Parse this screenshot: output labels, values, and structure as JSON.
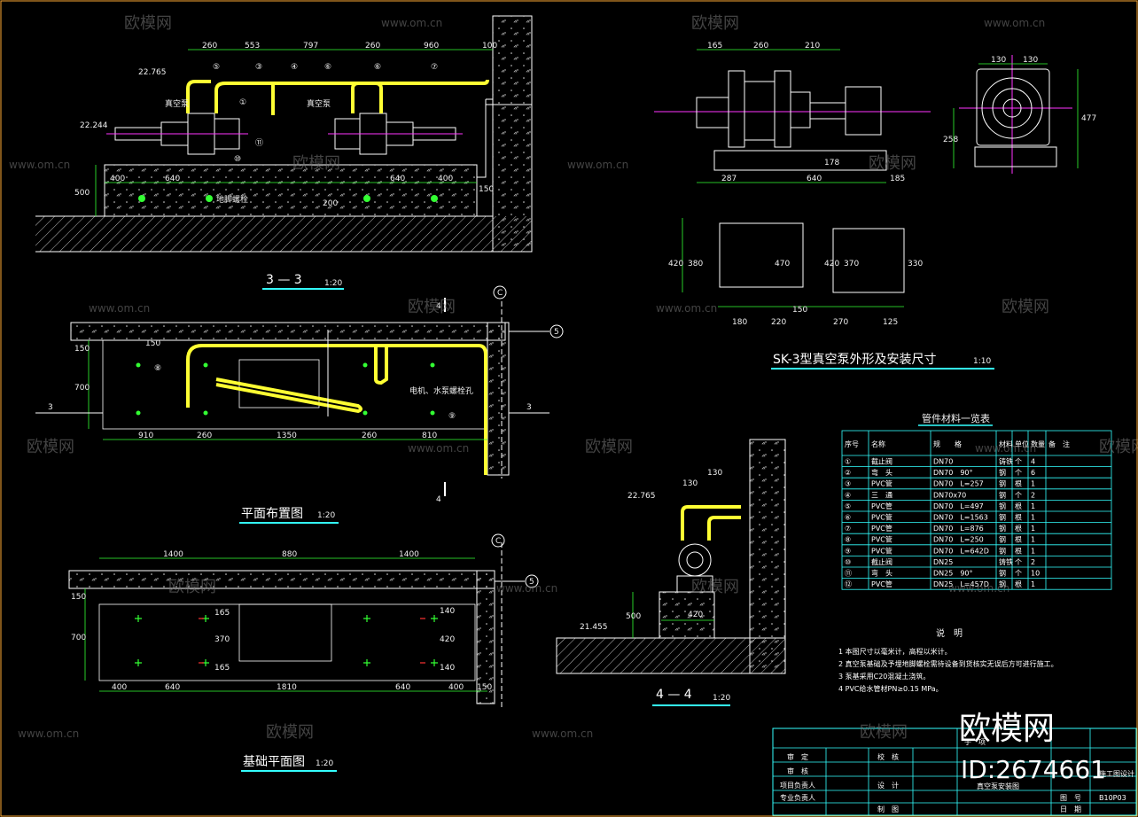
{
  "colors": {
    "background": "#000000",
    "pipe": "#ffff33",
    "green": "#33ff33",
    "magenta": "#ff33ff",
    "white": "#ffffff",
    "cyan": "#33ffff",
    "hatch": "#cccccc"
  },
  "watermark": {
    "brand": "欧模网",
    "site": "www.om.cn"
  },
  "section33": {
    "title": "3 — 3",
    "scale": "1:20",
    "level_top": "22.765",
    "level_low": "22.244",
    "dims_top": [
      "260",
      "553",
      "797",
      "260",
      "960",
      "100"
    ],
    "dims_bottom": [
      "400",
      "640",
      "640",
      "400"
    ],
    "dim_height": "500",
    "dim_200": "200",
    "dim_150": "150",
    "labels": [
      "真空泵",
      "真空泵",
      "地脚螺栓"
    ],
    "markers": [
      "⑤",
      "③",
      "④",
      "⑥",
      "⑥",
      "⑦",
      "①",
      "⑪",
      "⑩"
    ]
  },
  "plan": {
    "title": "平面布置图",
    "scale": "1:20",
    "section_marks": [
      "3",
      "3",
      "4",
      "4"
    ],
    "axis": "C",
    "axis_5": "5",
    "dims_bottom": [
      "910",
      "260",
      "1350",
      "260",
      "810"
    ],
    "dim_left_150": "150",
    "dim_left_700": "700",
    "dim_150": "150",
    "note": "电机、水泵螺栓孔",
    "markers": [
      "⑧",
      "⑨"
    ]
  },
  "foundation": {
    "title": "基础平面图",
    "scale": "1:20",
    "axis": "C",
    "axis_5": "5",
    "dims_top": [
      "1400",
      "880",
      "1400"
    ],
    "dims_bottom": [
      "400",
      "640",
      "1810",
      "640",
      "400",
      "150"
    ],
    "dims_left": [
      "150",
      "700"
    ],
    "dims_inner": [
      "165",
      "370",
      "165",
      "140",
      "420",
      "140"
    ]
  },
  "pump": {
    "title": "SK-3型真空泵外形及安装尺寸",
    "scale": "1:10",
    "dims_top": [
      "165",
      "260",
      "210"
    ],
    "dims_bottom": [
      "287",
      "640",
      "185"
    ],
    "dim_178": "178",
    "dims_side": [
      "130",
      "130",
      "477",
      "258"
    ],
    "dims_plan_bottom": [
      "180",
      "220",
      "150",
      "270",
      "125"
    ],
    "dims_plan_left": [
      "420",
      "380"
    ],
    "dims_plan_mid": [
      "470",
      "420",
      "370"
    ],
    "dim_plan_right": "330"
  },
  "section44": {
    "title": "4 — 4",
    "scale": "1:20",
    "level_top": "22.765",
    "level_low": "21.455",
    "dims": [
      "130",
      "130",
      "420",
      "500"
    ]
  },
  "materials": {
    "title": "管件材料一览表",
    "headers": [
      "序号",
      "名称",
      "规　　格",
      "材料",
      "单位",
      "数量",
      "备　注"
    ],
    "rows": [
      [
        "①",
        "截止阀",
        "DN70",
        "铸铁",
        "个",
        "4",
        ""
      ],
      [
        "②",
        "弯　头",
        "DN70　90°",
        "钢",
        "个",
        "6",
        ""
      ],
      [
        "③",
        "PVC管",
        "DN70　L=257",
        "钢",
        "根",
        "1",
        ""
      ],
      [
        "④",
        "三　通",
        "DN70x70",
        "钢",
        "个",
        "2",
        ""
      ],
      [
        "⑤",
        "PVC管",
        "DN70　L=497",
        "钢",
        "根",
        "1",
        ""
      ],
      [
        "⑥",
        "PVC管",
        "DN70　L=1563",
        "钢",
        "根",
        "1",
        ""
      ],
      [
        "⑦",
        "PVC管",
        "DN70　L=876",
        "钢",
        "根",
        "1",
        ""
      ],
      [
        "⑧",
        "PVC管",
        "DN70　L=250",
        "钢",
        "根",
        "1",
        ""
      ],
      [
        "⑨",
        "PVC管",
        "DN70　L=642D",
        "钢",
        "根",
        "1",
        ""
      ],
      [
        "⑩",
        "截止阀",
        "DN25",
        "铸铁",
        "个",
        "2",
        ""
      ],
      [
        "⑪",
        "弯　头",
        "DN25　90°",
        "钢",
        "个",
        "10",
        ""
      ],
      [
        "⑫",
        "PVC管",
        "DN25　L=457D",
        "钢",
        "根",
        "1",
        ""
      ]
    ]
  },
  "notes": {
    "title": "说　明",
    "items": [
      "1  本图尺寸以毫米计，高程以米计。",
      "2  真空泵基础及予埋地脚螺栓需待设备到货核实无误后方可进行施工。",
      "3  泵基采用C20混凝土浇筑。",
      "4  PVC给水管材PN≥0.15 MPa。"
    ]
  },
  "titleblock": {
    "brand": "欧模网",
    "id": "ID:2674661",
    "left": [
      "审　定",
      "审　核",
      "项目负责人",
      "专业负责人"
    ],
    "mid": [
      "校　核",
      "设　计",
      "制　图"
    ],
    "right_top": [
      "子　项",
      "施工图设计"
    ],
    "drawing_name": "真空泵安装图",
    "right_labels": [
      "图　号",
      "日　期"
    ],
    "drawing_no": "B10P03"
  }
}
